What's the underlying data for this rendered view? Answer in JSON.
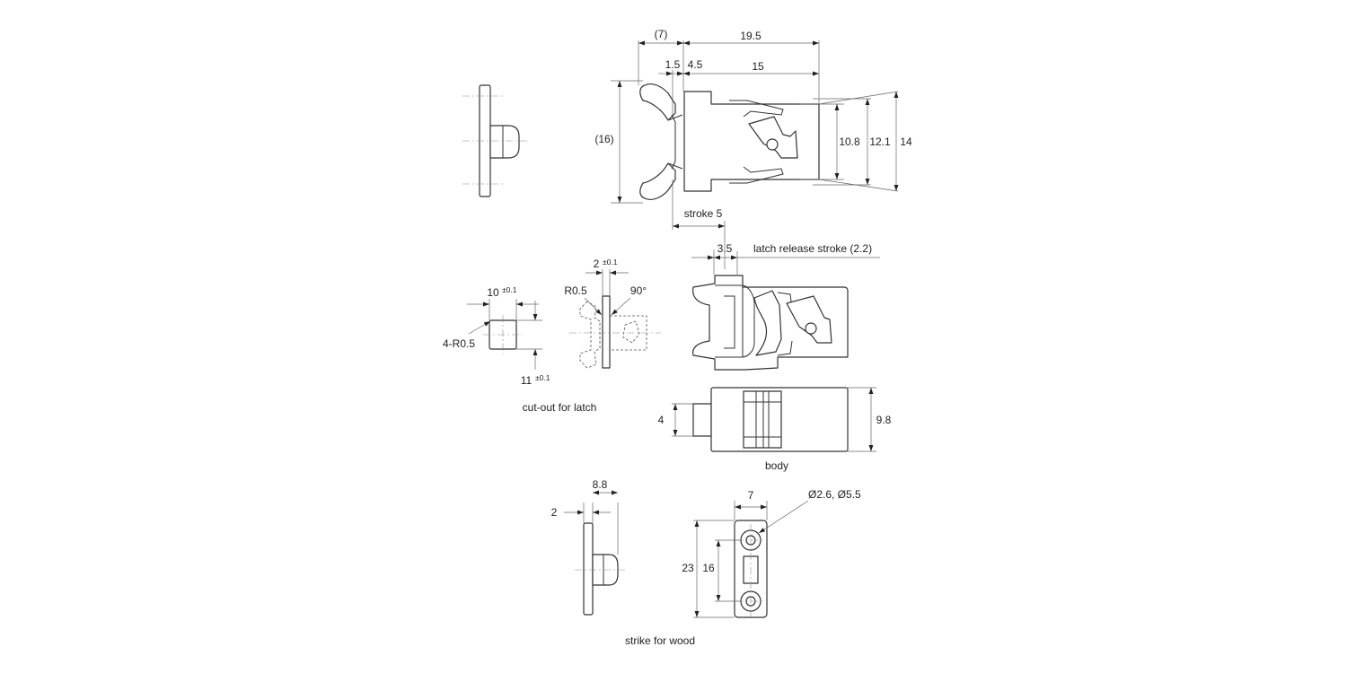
{
  "dimensions": {
    "top_view": {
      "d_7": "(7)",
      "d_19_5": "19.5",
      "d_1_5": "1.5",
      "d_4_5": "4.5",
      "d_15": "15",
      "d_16": "(16)",
      "d_10_8": "10.8",
      "d_12_1": "12.1",
      "d_14": "14",
      "stroke": "stroke 5",
      "d_3_5": "3.5",
      "release": "latch release stroke (2.2)"
    },
    "cutout": {
      "width": "10",
      "width_tol": "±0.1",
      "height": "11",
      "height_tol": "±0.1",
      "corner": "4-R0.5",
      "thickness": "2",
      "thickness_tol": "±0.1",
      "radius": "R0.5",
      "angle": "90°"
    },
    "body": {
      "height": "4",
      "depth": "9.8"
    },
    "strike": {
      "thickness": "2",
      "length": "8.8",
      "width": "7",
      "holes": "Ø2.6, Ø5.5",
      "overall": "23",
      "pitch": "16"
    }
  },
  "captions": {
    "cutout": "cut-out for latch",
    "body": "body",
    "strike": "strike for wood"
  }
}
